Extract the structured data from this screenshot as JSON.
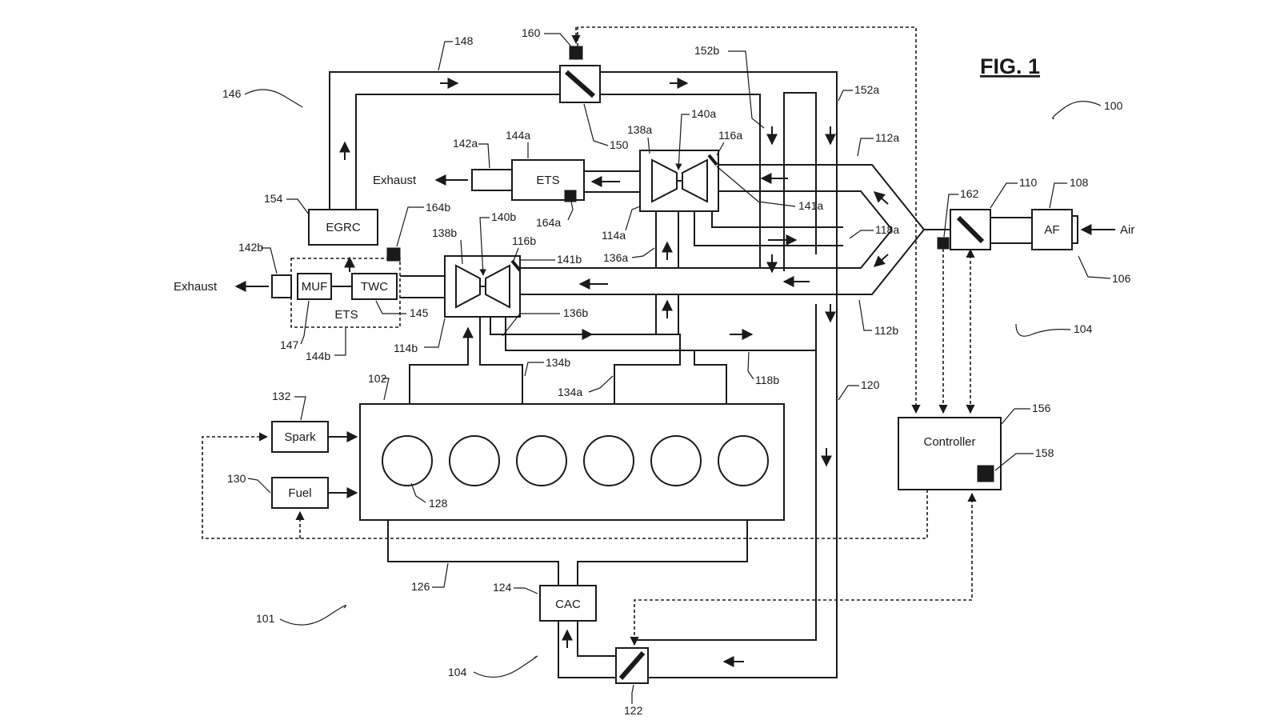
{
  "figure_title": "FIG. 1",
  "components": {
    "air_filter": "AF",
    "egr_cooler": "EGRC",
    "muffler": "MUF",
    "three_way_catalyst": "TWC",
    "ets_upper": "ETS",
    "ets_lower": "ETS",
    "spark": "Spark",
    "fuel": "Fuel",
    "controller": "Controller",
    "charge_air_cooler": "CAC"
  },
  "flow_labels": {
    "air_in": "Air",
    "exhaust_upper": "Exhaust",
    "exhaust_lower": "Exhaust"
  },
  "refs": {
    "r100": "100",
    "r101": "101",
    "r102": "102",
    "r104a": "104",
    "r104b": "104",
    "r106": "106",
    "r108": "108",
    "r110": "110",
    "r112a": "112a",
    "r112b": "112b",
    "r114a": "114a",
    "r114b": "114b",
    "r116a": "116a",
    "r116b": "116b",
    "r118a": "118a",
    "r118b": "118b",
    "r120": "120",
    "r122": "122",
    "r124": "124",
    "r126": "126",
    "r128": "128",
    "r130": "130",
    "r132": "132",
    "r134a": "134a",
    "r134b": "134b",
    "r136a": "136a",
    "r136b": "136b",
    "r138a": "138a",
    "r138b": "138b",
    "r140a": "140a",
    "r140b": "140b",
    "r141a": "141a",
    "r141b": "141b",
    "r142a": "142a",
    "r142b": "142b",
    "r144a": "144a",
    "r144b": "144b",
    "r145": "145",
    "r146": "146",
    "r147": "147",
    "r148": "148",
    "r150": "150",
    "r152a": "152a",
    "r152b": "152b",
    "r154": "154",
    "r156": "156",
    "r158": "158",
    "r160": "160",
    "r162": "162",
    "r164a": "164a",
    "r164b": "164b"
  }
}
